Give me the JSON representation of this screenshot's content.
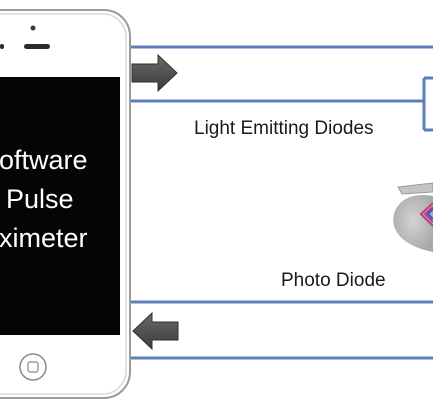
{
  "diagram": {
    "screen_lines": [
      "oftware",
      "Pulse",
      "ximeter"
    ],
    "labels": {
      "leds": "Light Emitting Diodes",
      "photodiode": "Photo Diode"
    }
  }
}
